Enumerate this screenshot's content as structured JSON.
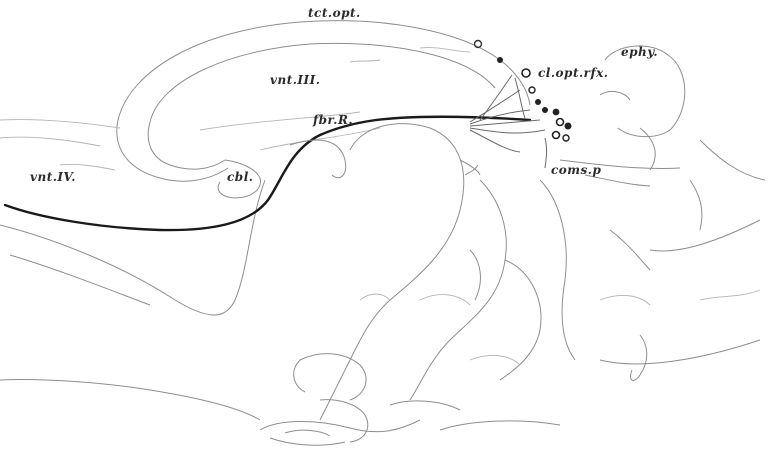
{
  "labels": {
    "tct_opt": "tct.opt.",
    "ephy": "ephy.",
    "vnt_iii": "vnt.III.",
    "cl_opt_rfx": "cl.opt.rfx.",
    "fbr_r": "fbr.R.",
    "vnt_iv": "vnt.IV.",
    "cbl": "cbl.",
    "coms_p": "coms.p"
  },
  "colors": {
    "ink": "#1a1a1a",
    "faint_line": "#8e8e8e",
    "background": "#ffffff"
  }
}
